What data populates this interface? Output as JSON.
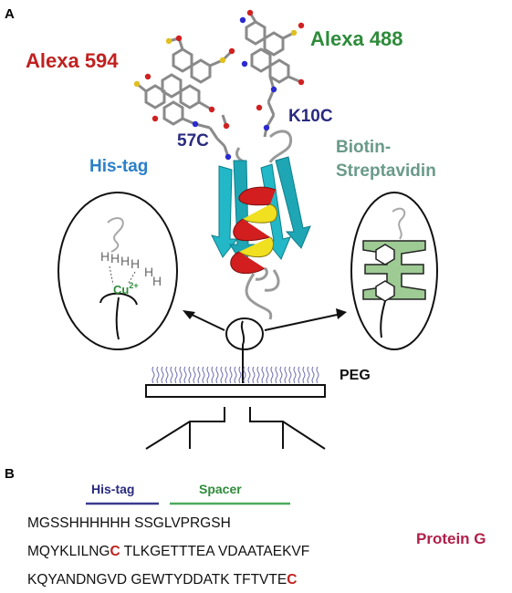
{
  "panels": {
    "a": "A",
    "b": "B"
  },
  "labels": {
    "alexa594": "Alexa 594",
    "alexa488": "Alexa 488",
    "k10c": "K10C",
    "c57": "57C",
    "histag": "His-tag",
    "biotin_line1": "Biotin-",
    "biotin_line2": "Streptavidin",
    "peg": "PEG",
    "cu_base": "Cu",
    "cu_charge": "2+",
    "h": "H"
  },
  "sequence": {
    "histag_label": "His-tag",
    "spacer_label": "Spacer",
    "protein_label": "Protein G",
    "line1": "MGSSHHHHHH SSGLVPRGSH",
    "line2_a": "MQYKLILNG",
    "line2_c": "C",
    "line2_b": " TLKGETTTEA VDAATAEKVF",
    "line3_a": "KQYANDNGVD GEWTYDDATK TFTVTE",
    "line3_c": "C"
  },
  "colors": {
    "alexa594": "#c0211f",
    "alexa488": "#2e8b3a",
    "label_navy": "#2a2a80",
    "histag": "#2a80c8",
    "biotin": "#6a9a88",
    "protein_g": "#b0204a",
    "helix_red": "#d21e1e",
    "helix_yellow": "#f0e020",
    "strand_cyan": "#22b8c8",
    "streptavidin": "#9ecb94",
    "copper": "#2e8b3a",
    "histag_bar": "#3a3a90",
    "spacer_bar": "#4caa5c"
  }
}
